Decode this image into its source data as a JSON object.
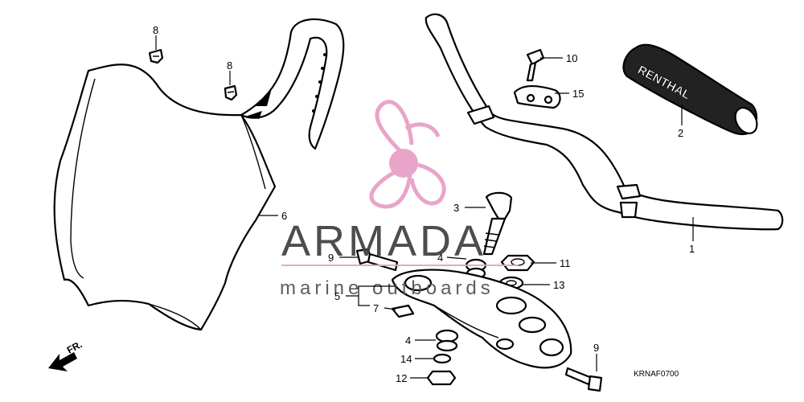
{
  "diagram_code": "KRNAF0700",
  "direction_label": "FR.",
  "watermark": {
    "name": "ARMADA",
    "tagline": "marine outboards",
    "colors": {
      "propeller": "#e8a0c8",
      "hub": "#e8a0c8",
      "text": "#444444"
    }
  },
  "grip_brand": "RENTHAL",
  "callouts": [
    {
      "label": "8"
    },
    {
      "label": "8"
    },
    {
      "label": "10"
    },
    {
      "label": "15"
    },
    {
      "label": "2"
    },
    {
      "label": "6"
    },
    {
      "label": "3"
    },
    {
      "label": "1"
    },
    {
      "label": "9"
    },
    {
      "label": "4"
    },
    {
      "label": "11"
    },
    {
      "label": "13"
    },
    {
      "label": "5"
    },
    {
      "label": "7"
    },
    {
      "label": "4"
    },
    {
      "label": "14"
    },
    {
      "label": "12"
    },
    {
      "label": "9"
    }
  ]
}
